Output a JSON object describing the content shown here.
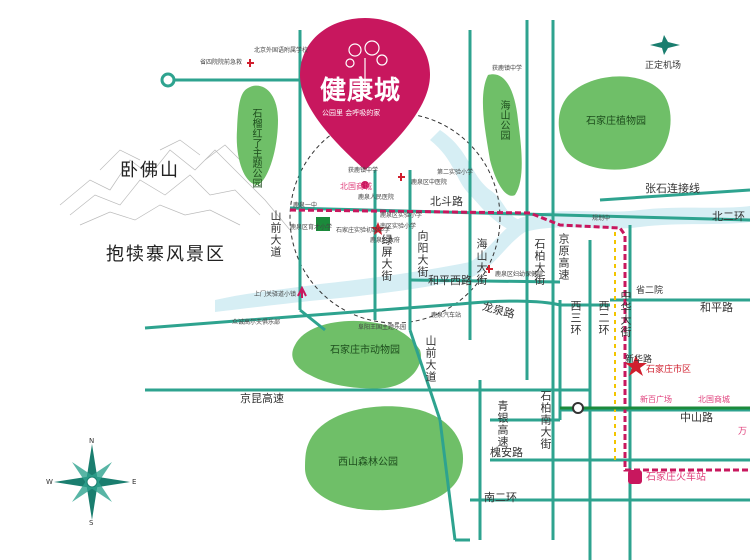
{
  "brand": {
    "name": "健康城",
    "slogan": "公园里 会呼吸的家",
    "color": "#c8175e"
  },
  "colors": {
    "road": "#2ea38f",
    "river": "#d6eef4",
    "park": "#6fbf68",
    "park_dark": "#3f9a48",
    "metro_red": "#c8175e",
    "metro_green": "#1b8a3b",
    "metro_yellow": "#f2c500"
  },
  "mountains": {
    "name": "卧佛山",
    "scenic_area": "抱犊寨风景区"
  },
  "parks": {
    "shifu": "石榴红了主题公园",
    "haishan": "海山公园",
    "botanical": "石家庄植物园",
    "zoo": "石家庄市动物园",
    "forest": "西山森林公园"
  },
  "roads": {
    "jingkun": "京昆高速",
    "beidou": "北斗路",
    "hepingxi": "和平西路",
    "longquan": "龙泉路",
    "zhangshi": "张石连接线",
    "bei_er_huan": "北二环",
    "hepinglu": "和平路",
    "zhongshan": "中山路",
    "huaian": "槐安路",
    "nan_er_huan": "南二环",
    "xinhua": "新华路",
    "shanqian_v": "山前大道",
    "shanqian_v2": "山前大道",
    "lvping": "绿屏大街",
    "xiangyang": "向阳大街",
    "haishan_st": "海山大街",
    "shibai": "石柏大街",
    "jingyuan": "京原高速",
    "xi_san_huan": "西三环",
    "xi_er_huan": "西二环",
    "zhonghua": "中华大街",
    "qingyin": "青银高速",
    "shibainan": "石柏南大街"
  },
  "landmarks": {
    "airport": "正定机场",
    "city_hall": "石家庄市区",
    "xinbai": "新百广场",
    "beiguo_mall": "北国商城",
    "beiguo_outlet": "北国商城",
    "train": "石家庄火车站",
    "erhao": "省二院",
    "fang": "万",
    "school1": "北京外国语附属学校",
    "hospital1": "省四院院前急救",
    "school2": "获鹿镇中学",
    "school3": "第二实验小学",
    "school4": "获鹿镇中学",
    "hospital2": "鹿泉区中医院",
    "hospital3": "鹿泉人民医院",
    "gov": "鹿泉区政府",
    "school5": "鹿泉区实验小学",
    "school6": "鹿泉一中",
    "school7": "石家庄实验初级中学",
    "school8": "鹿泉区育才小学",
    "school9": "南区实验小学",
    "hospital4": "鹿泉区妇幼保健院",
    "town": "上门关驿道小镇",
    "golf": "众诚高尔夫俱乐部",
    "bus": "鹿泉汽车站",
    "theme": "阜阳王国主题乐园",
    "guide": "规划中"
  },
  "compass": {
    "n": "N",
    "s": "S",
    "e": "E",
    "w": "W"
  }
}
